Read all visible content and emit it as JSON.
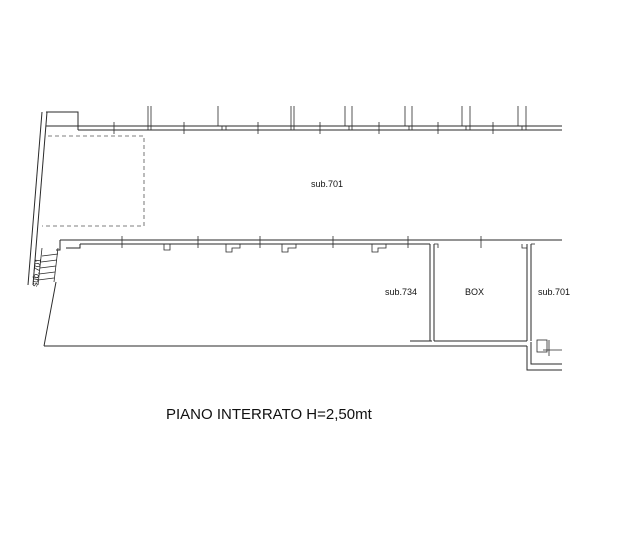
{
  "plan": {
    "title": "PIANO INTERRATO H=2,50mt",
    "rooms": {
      "main_corridor": "sub.701",
      "left_storage": "sub.734",
      "box": "BOX",
      "right_storage": "sub.701"
    },
    "stair_label": "sub.701"
  }
}
